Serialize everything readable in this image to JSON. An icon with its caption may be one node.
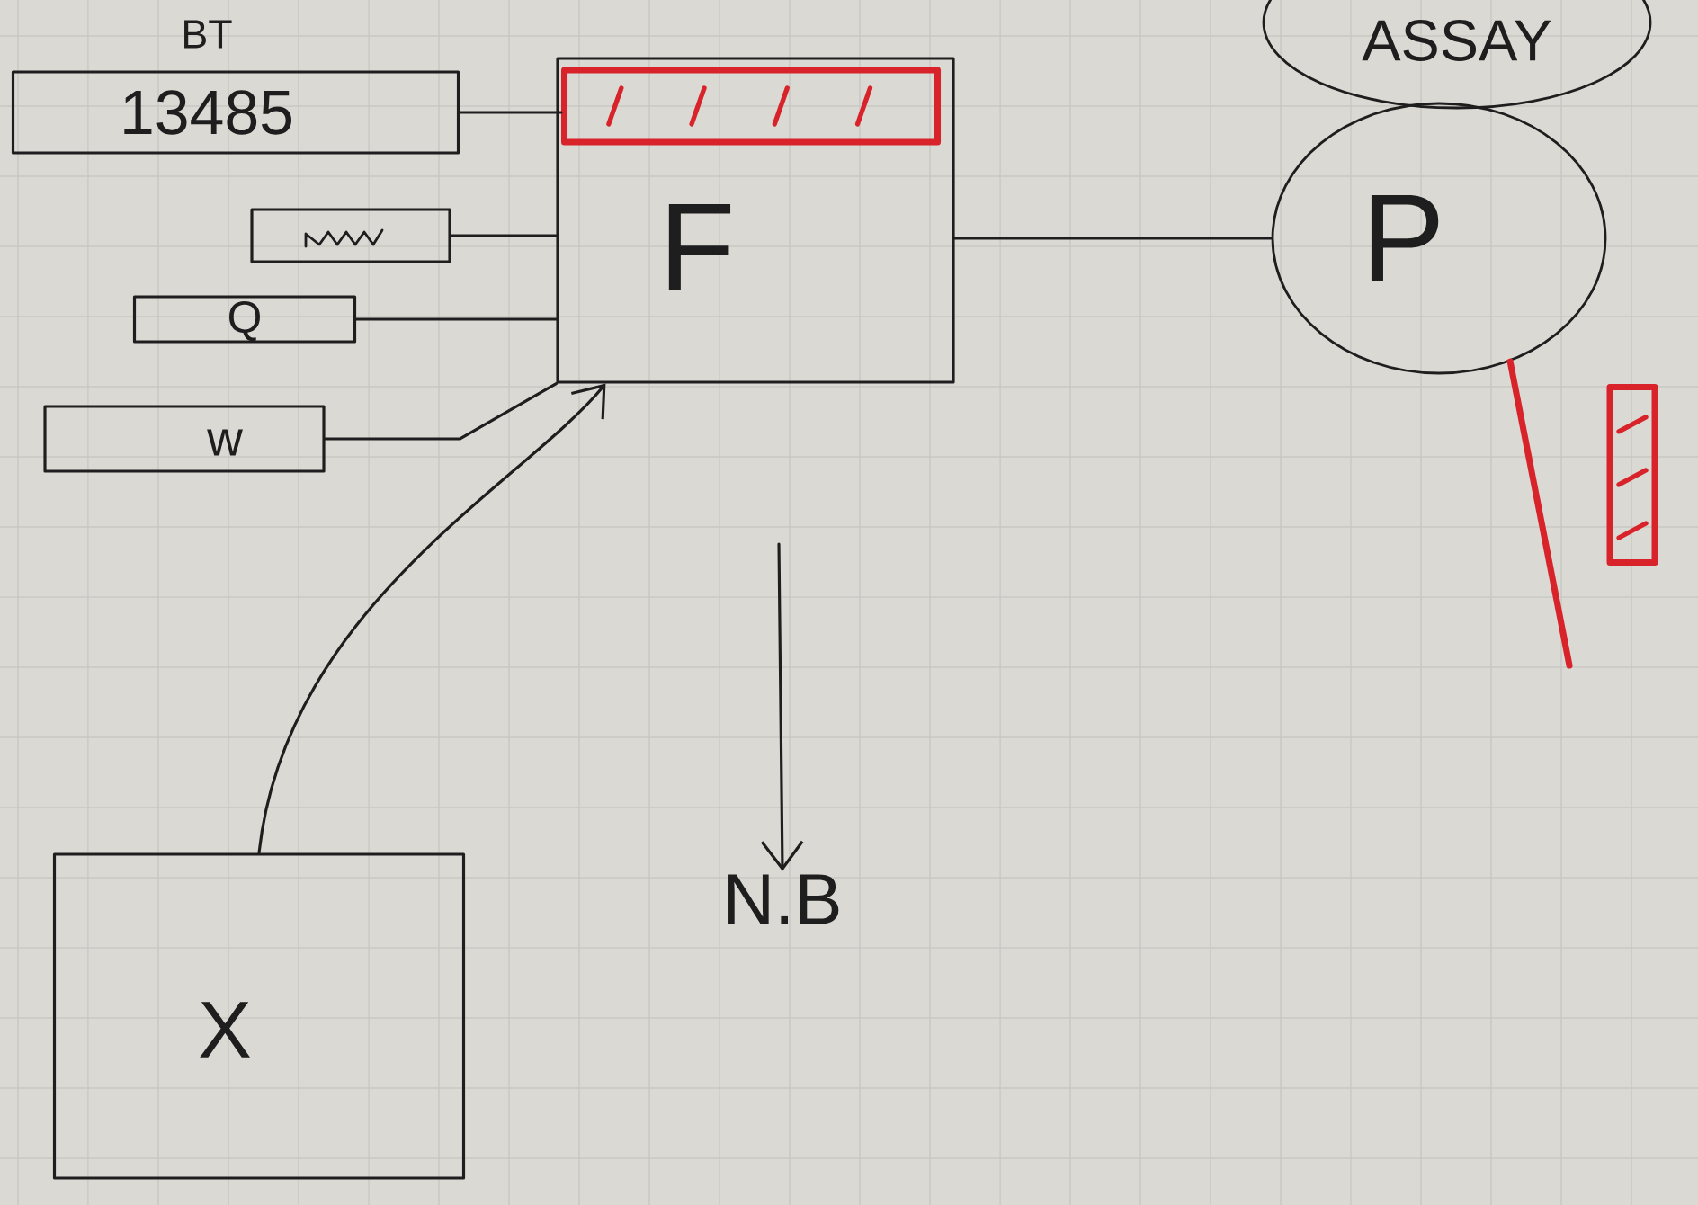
{
  "diagram": {
    "nodes": [
      {
        "text": [
          "BT",
          "13485"
        ]
      },
      {
        "text": [],
        "shape": "box"
      },
      {
        "text": [
          "Q"
        ]
      },
      {
        "text": [
          "w"
        ]
      },
      {
        "text": [
          "F"
        ]
      },
      {
        "text": [],
        "shape": "bar",
        "in": 4
      },
      {
        "text": [
          "ASSAY"
        ]
      },
      {
        "text": [
          "P"
        ]
      },
      {
        "text": [],
        "shape": "bar"
      },
      {
        "text": [
          "X"
        ]
      },
      {
        "text": [
          "N.B"
        ]
      }
    ],
    "edges": [
      {
        "from": 0,
        "to": 5,
        "arrow": "none"
      },
      {
        "from": 1,
        "to": 4,
        "arrow": "none"
      },
      {
        "from": 2,
        "to": 4,
        "arrow": "none"
      },
      {
        "from": 3,
        "to": 4,
        "arrow": "none"
      },
      {
        "from": 9,
        "to": 4,
        "arrow": "to"
      },
      {
        "from": 4,
        "to": 7,
        "arrow": "none"
      },
      {
        "from": 7,
        "to": null,
        "arrow": "none",
        "color": "#d8232a",
        "style": "thick"
      },
      {
        "from": null,
        "to": 10,
        "arrow": "to"
      }
    ]
  }
}
